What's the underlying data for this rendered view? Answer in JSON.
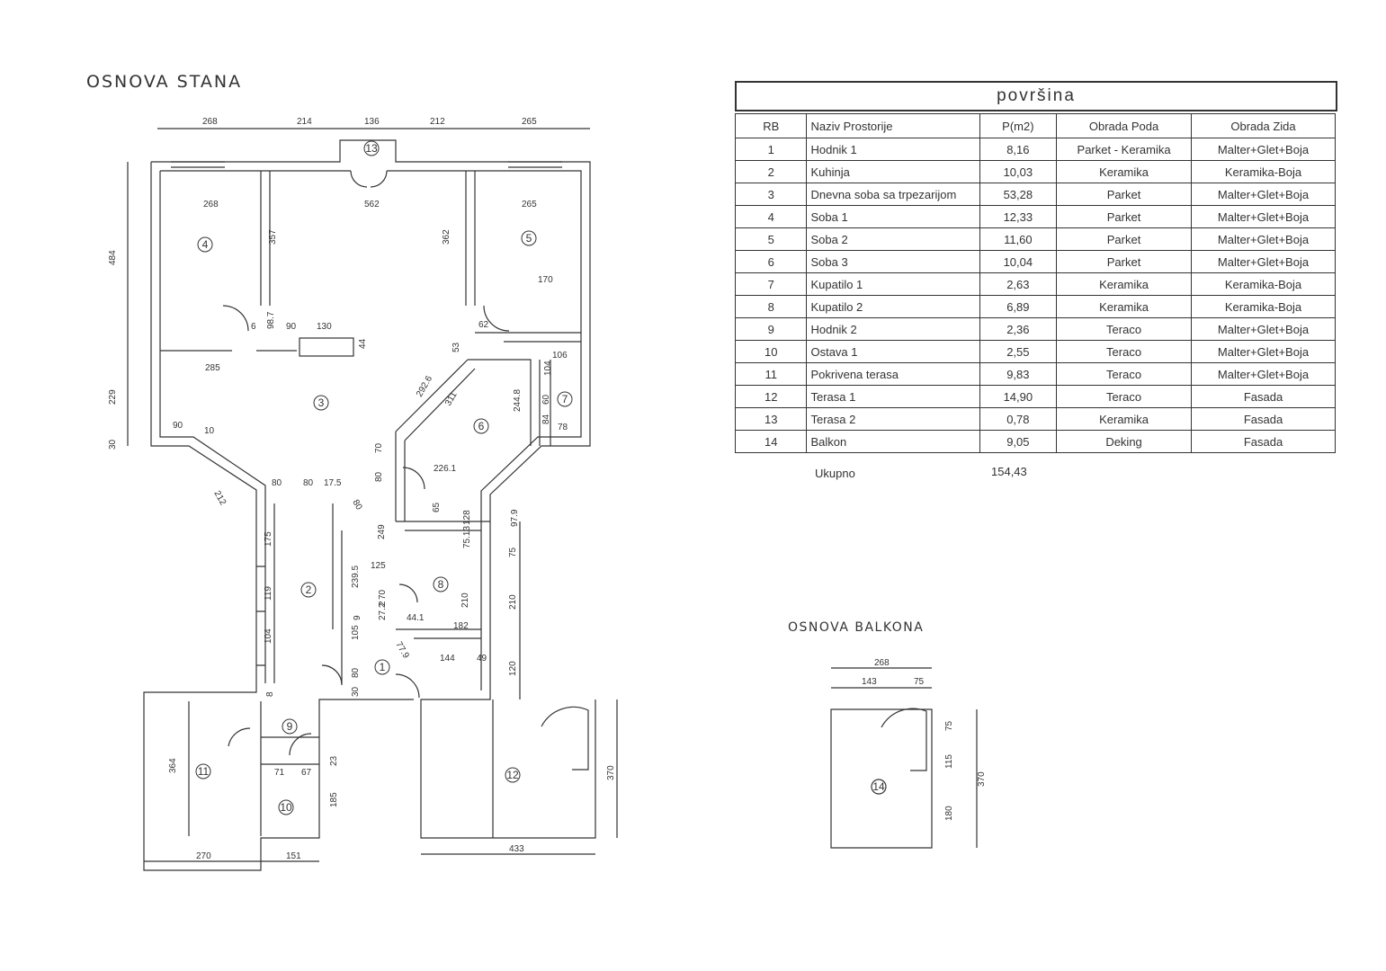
{
  "titles": {
    "plan": "OSNOVA STANA",
    "balcony": "OSNOVA BALKONA",
    "table": "površina"
  },
  "table": {
    "headers": [
      "RB",
      "Naziv Prostorije",
      "P(m2)",
      "Obrada Poda",
      "Obrada Zida"
    ],
    "rows": [
      [
        "1",
        "Hodnik 1",
        "8,16",
        "Parket - Keramika",
        "Malter+Glet+Boja"
      ],
      [
        "2",
        "Kuhinja",
        "10,03",
        "Keramika",
        "Keramika-Boja"
      ],
      [
        "3",
        "Dnevna soba sa trpezarijom",
        "53,28",
        "Parket",
        "Malter+Glet+Boja"
      ],
      [
        "4",
        "Soba 1",
        "12,33",
        "Parket",
        "Malter+Glet+Boja"
      ],
      [
        "5",
        "Soba 2",
        "11,60",
        "Parket",
        "Malter+Glet+Boja"
      ],
      [
        "6",
        "Soba 3",
        "10,04",
        "Parket",
        "Malter+Glet+Boja"
      ],
      [
        "7",
        "Kupatilo 1",
        "2,63",
        "Keramika",
        "Keramika-Boja"
      ],
      [
        "8",
        "Kupatilo 2",
        "6,89",
        "Keramika",
        "Keramika-Boja"
      ],
      [
        "9",
        "Hodnik 2",
        "2,36",
        "Teraco",
        "Malter+Glet+Boja"
      ],
      [
        "10",
        "Ostava 1",
        "2,55",
        "Teraco",
        "Malter+Glet+Boja"
      ],
      [
        "11",
        "Pokrivena terasa",
        "9,83",
        "Teraco",
        "Malter+Glet+Boja"
      ],
      [
        "12",
        "Terasa 1",
        "14,90",
        "Teraco",
        "Fasada"
      ],
      [
        "13",
        "Terasa 2",
        "0,78",
        "Keramika",
        "Fasada"
      ],
      [
        "14",
        "Balkon",
        "9,05",
        "Deking",
        "Fasada"
      ]
    ],
    "total_label": "Ukupno",
    "total_value": "154,43"
  },
  "plan": {
    "top_dims": [
      "268",
      "214",
      "136",
      "212",
      "265"
    ],
    "left_dims": [
      "484",
      "229",
      "30"
    ],
    "bottom_dims": [
      "270",
      "151",
      "433"
    ],
    "right_dims": [
      "370"
    ],
    "room_numbers": [
      "1",
      "2",
      "3",
      "4",
      "5",
      "6",
      "7",
      "8",
      "9",
      "10",
      "11",
      "12",
      "13"
    ],
    "inner_dims": [
      "268",
      "562",
      "265",
      "357",
      "362",
      "170",
      "6",
      "98.7",
      "90",
      "130",
      "44",
      "62",
      "53",
      "285",
      "292.6",
      "311",
      "244.8",
      "104",
      "106",
      "60",
      "84",
      "78",
      "90",
      "10",
      "212",
      "80",
      "80",
      "17.5",
      "80",
      "70",
      "80",
      "226.1",
      "65",
      "249",
      "75.13",
      "128",
      "97.9",
      "75",
      "175",
      "119",
      "104",
      "125",
      "239.5",
      "70",
      "27.2",
      "2",
      "44.1",
      "182",
      "210",
      "210",
      "105",
      "9",
      "77.9",
      "144",
      "49",
      "120",
      "80",
      "30",
      "364",
      "71",
      "67",
      "23",
      "185",
      "8"
    ]
  },
  "balcony": {
    "dims_top": [
      "268",
      "143",
      "75"
    ],
    "dims_right": [
      "75",
      "115",
      "180",
      "370"
    ],
    "room_number": "14"
  }
}
